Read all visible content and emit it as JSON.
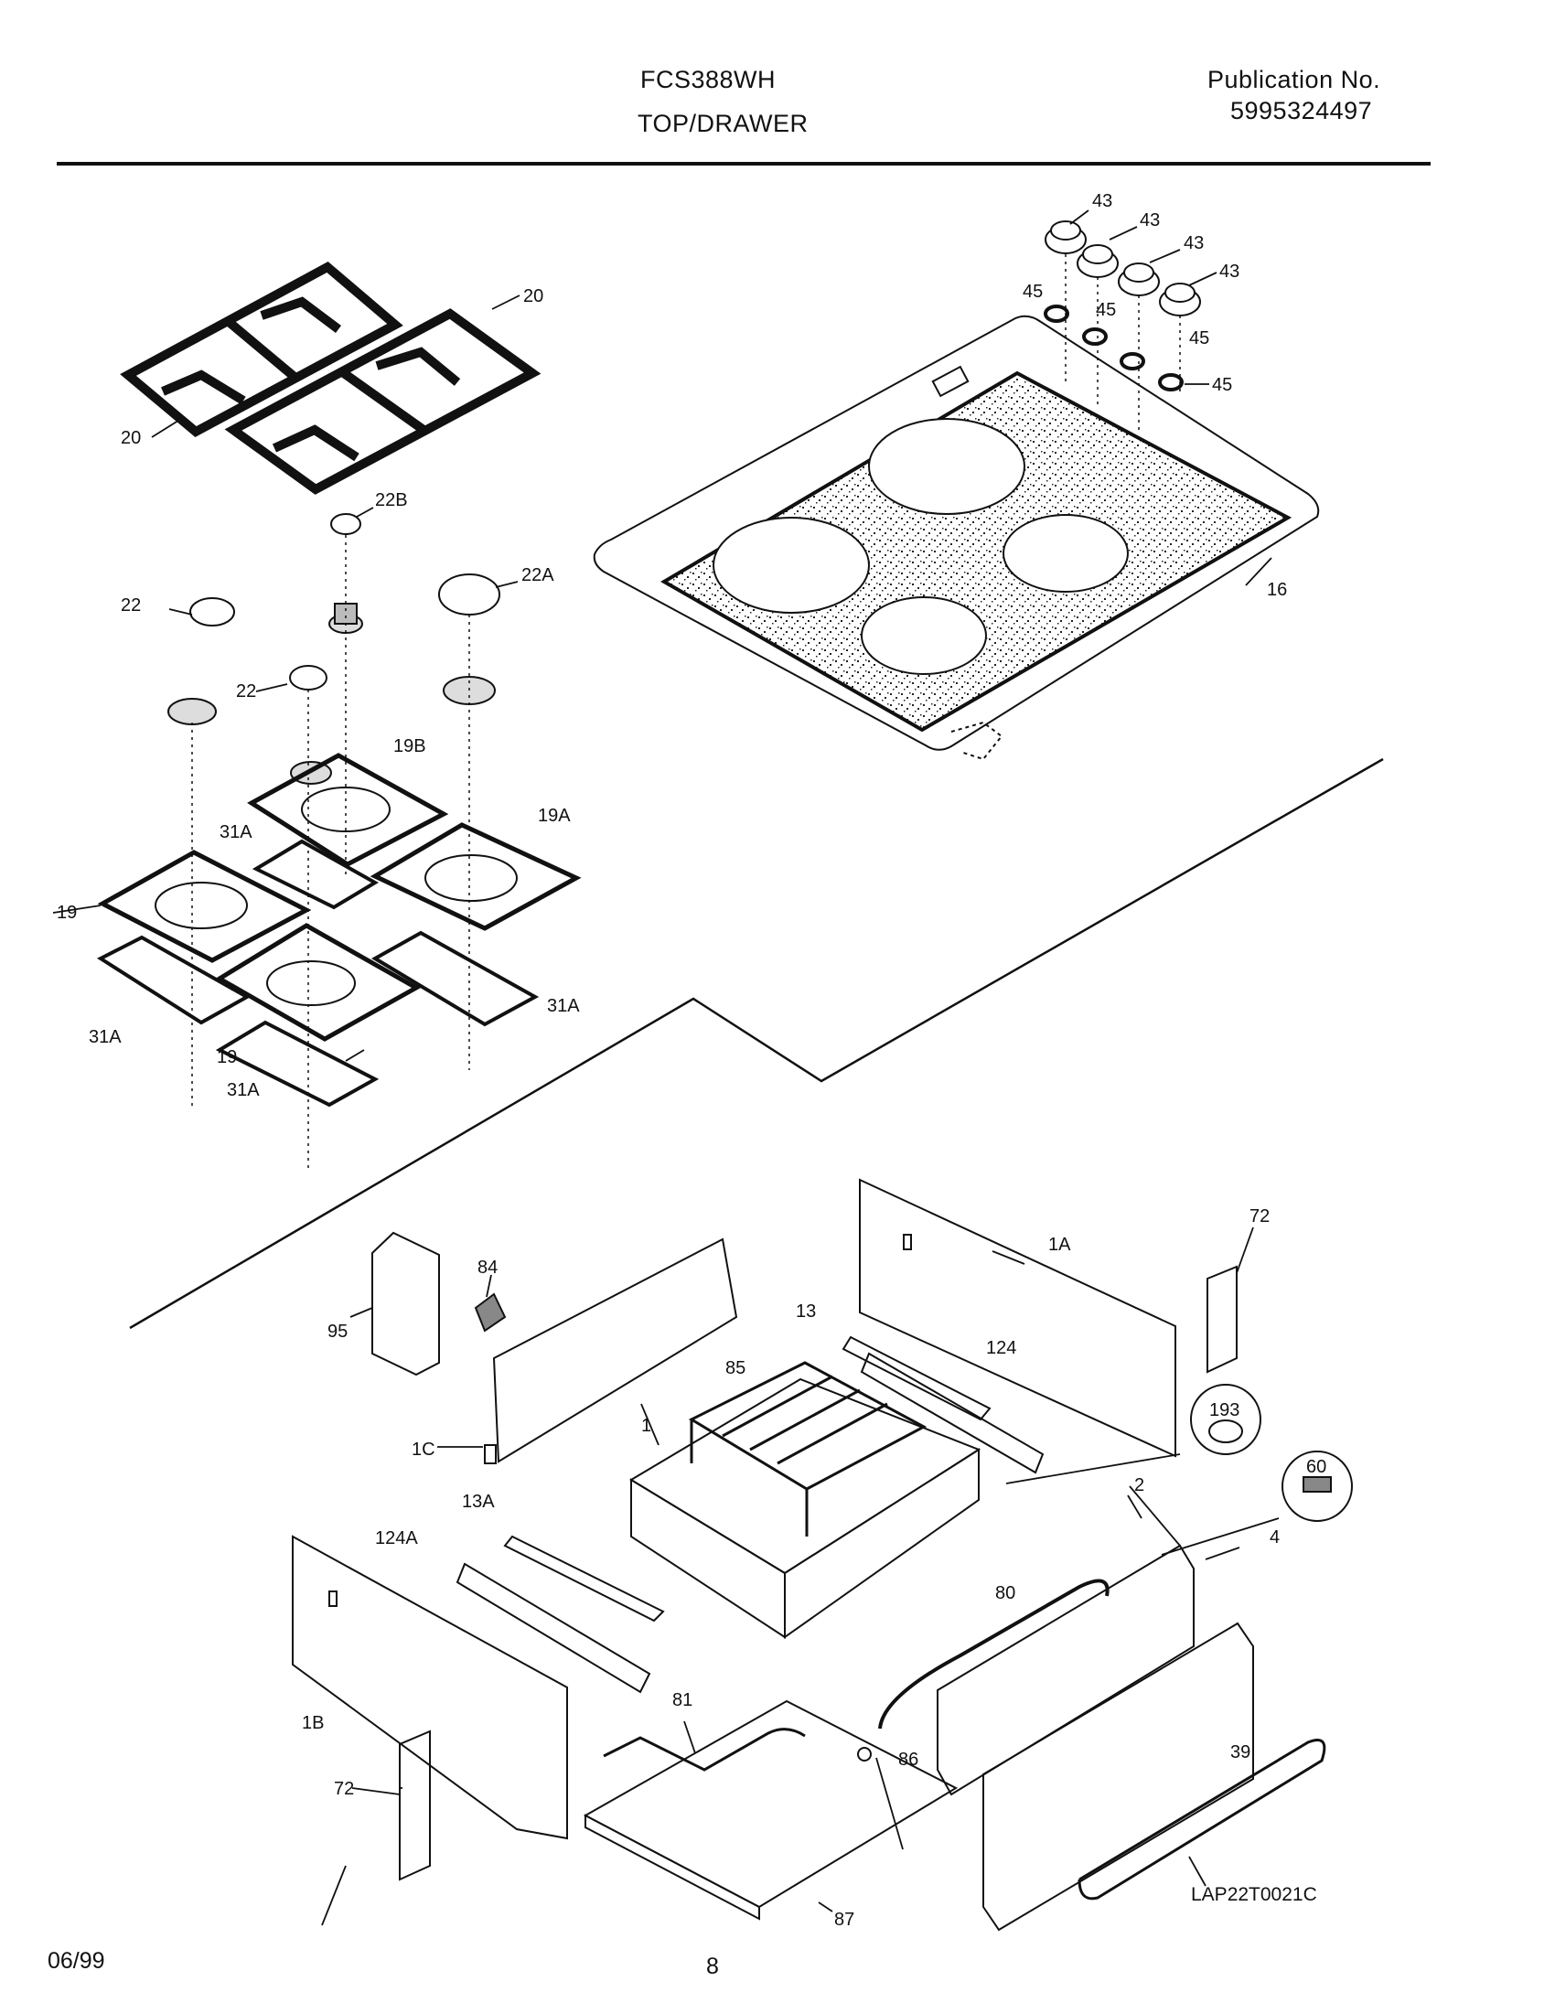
{
  "header": {
    "model": "FCS388WH",
    "section": "TOP/DRAWER",
    "publication_label": "Publication No.",
    "publication_number": "5995324497"
  },
  "footer": {
    "date": "06/99",
    "page_number": "8",
    "drawing_code": "LAP22T0021C"
  },
  "callouts": {
    "grate_a": "20",
    "grate_b": "20",
    "knob_1": "43",
    "knob_2": "43",
    "knob_3": "43",
    "knob_4": "43",
    "bezel_1": "45",
    "bezel_2": "45",
    "bezel_3": "45",
    "bezel_4": "45",
    "cooktop": "16",
    "cap_22b": "22B",
    "cap_22a": "22A",
    "cap_22_a": "22",
    "cap_22_b": "22",
    "pan_19b": "19B",
    "pan_19a": "19A",
    "pan_19_a": "19",
    "pan_19_b": "19",
    "gasket_a": "31A",
    "gasket_b": "31A",
    "gasket_c": "31A",
    "gasket_d": "31A",
    "panel_1a": "1A",
    "bracket_72_top": "72",
    "panel_1b": "1B",
    "bracket_72_bottom": "72",
    "panel_1c": "1C",
    "box_95": "95",
    "clip_84": "84",
    "drawer_1": "1",
    "rack_85": "85",
    "rail_13": "13",
    "slide_124": "124",
    "rail_13a": "13A",
    "slide_124a": "124A",
    "button_193": "193",
    "screw_60": "60",
    "front_2": "2",
    "panel_4": "4",
    "gasket_80": "80",
    "handle_39": "39",
    "element_81": "81",
    "clip_86": "86",
    "pan_87": "87"
  }
}
